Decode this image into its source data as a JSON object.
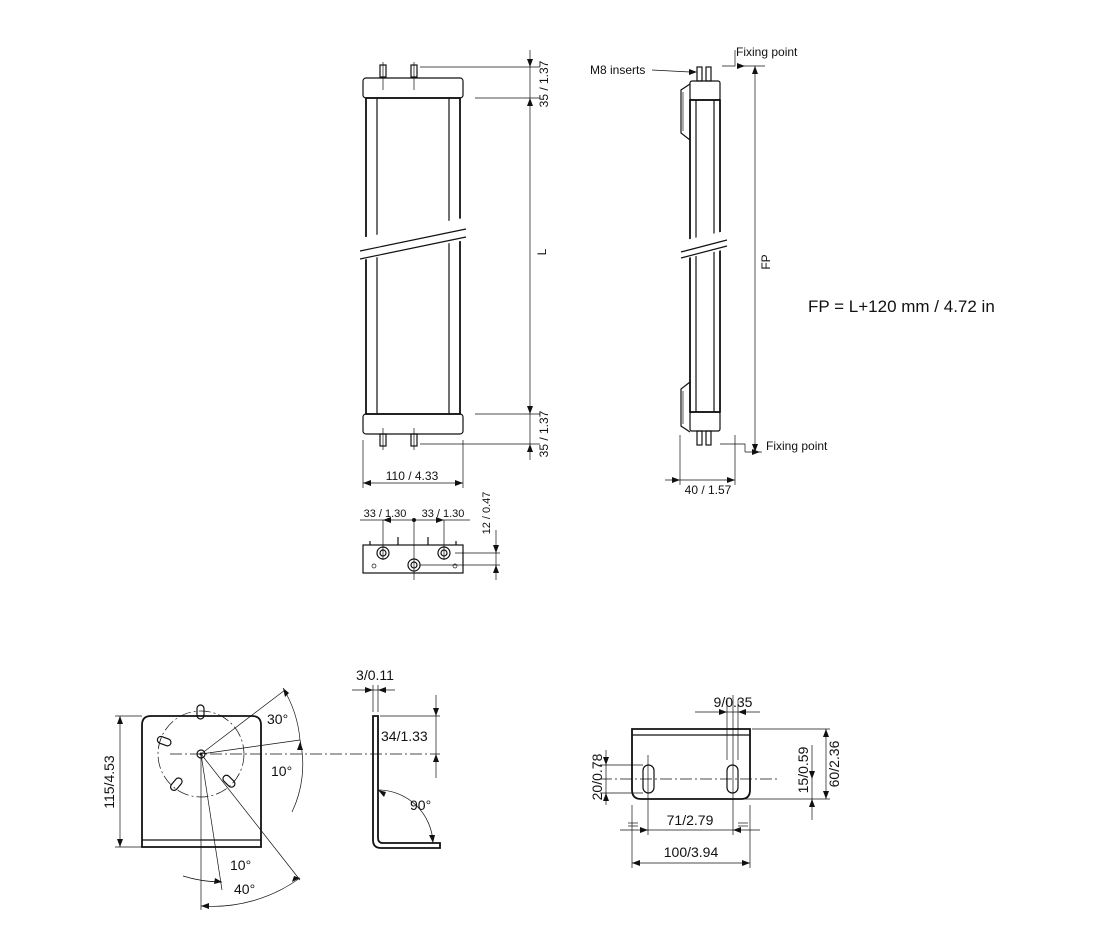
{
  "front_view": {
    "dim_top": "35 / 1.37",
    "dim_length": "L",
    "dim_bottom": "35 / 1.37",
    "dim_width": "110 / 4.33"
  },
  "side_view": {
    "label_m8": "M8 inserts",
    "label_fix_top": "Fixing point",
    "label_fix_bottom": "Fixing point",
    "dim_fp": "FP",
    "dim_depth": "40 / 1.57"
  },
  "formula": "FP = L+120 mm / 4.72 in",
  "end_cap": {
    "dim_left": "33 / 1.30",
    "dim_right": "33 / 1.30",
    "dim_height": "12 / 0.47"
  },
  "bracket_front": {
    "dim_height": "115/4.53",
    "angle_30": "30°",
    "angle_10_top": "10°",
    "angle_10_bottom": "10°",
    "angle_40": "40°"
  },
  "bracket_side": {
    "dim_thickness": "3/0.11",
    "dim_34": "34/1.33",
    "angle_90": "90°"
  },
  "bracket_plate": {
    "dim_9": "9/0.35",
    "dim_20": "20/0.78",
    "dim_15": "15/0.59",
    "dim_60": "60/2.36",
    "dim_71": "71/2.79",
    "dim_100": "100/3.94"
  }
}
